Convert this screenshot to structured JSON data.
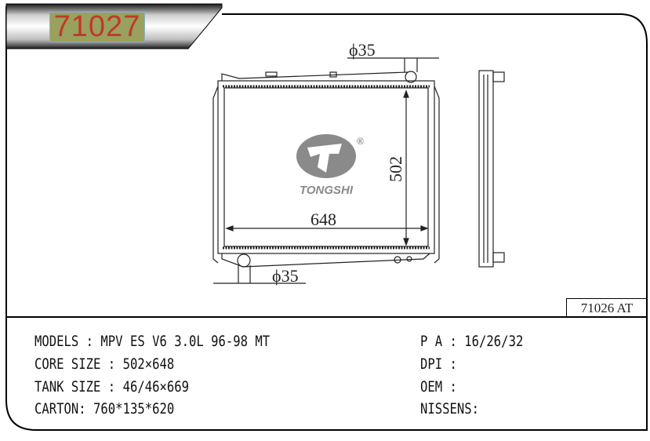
{
  "header": {
    "part_number": "71027"
  },
  "drawing": {
    "dim_top_inlet": "ϕ35",
    "dim_bottom_outlet": "ϕ35",
    "dim_height": "502",
    "dim_width": "648",
    "logo_text": "TONGSHI",
    "logo_mark": "®"
  },
  "reference": "71026 AT",
  "specs_left": [
    {
      "label": "MODELS : ",
      "value": "MPV ES V6 3.0L 96-98 MT"
    },
    {
      "label": "CORE SIZE : ",
      "value": "502×648"
    },
    {
      "label": "TANK SIZE : ",
      "value": "46/46×669"
    },
    {
      "label": "CARTON: ",
      "value": "760*135*620"
    }
  ],
  "specs_right": [
    {
      "label": "P A : ",
      "value": "16/26/32"
    },
    {
      "label": "DPI : ",
      "value": ""
    },
    {
      "label": "OEM : ",
      "value": ""
    },
    {
      "label": "NISSENS:",
      "value": ""
    }
  ],
  "colors": {
    "tab_label_bg": "#9aa05e",
    "tab_label_text": "#c0392b",
    "logo": "#8a8a8a"
  }
}
